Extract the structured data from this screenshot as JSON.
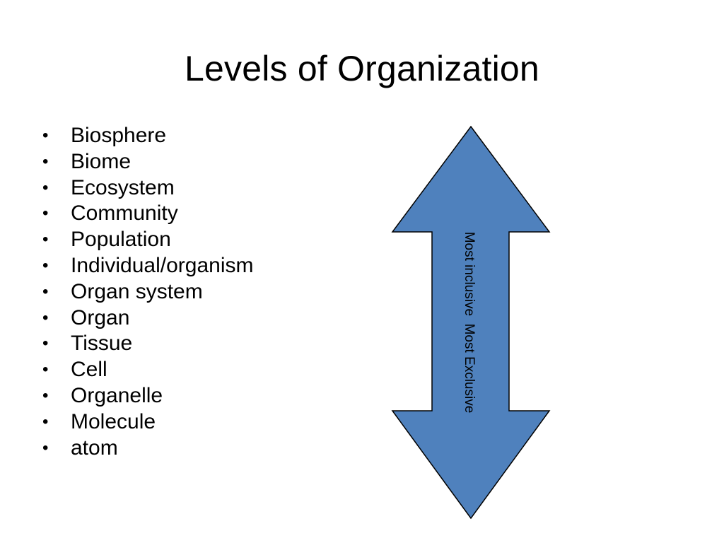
{
  "slide": {
    "title": "Levels of Organization",
    "bullet_symbol": "•",
    "items": [
      "Biosphere",
      "Biome",
      "Ecosystem",
      "Community",
      "Population",
      "Individual/organism",
      "Organ system",
      "Organ",
      "Tissue",
      "Cell",
      "Organelle",
      "Molecule",
      "atom"
    ],
    "arrow": {
      "label": "Most inclusive  Most Exclusive",
      "fill_color": "#4f81bd",
      "stroke_color": "#000000"
    }
  }
}
